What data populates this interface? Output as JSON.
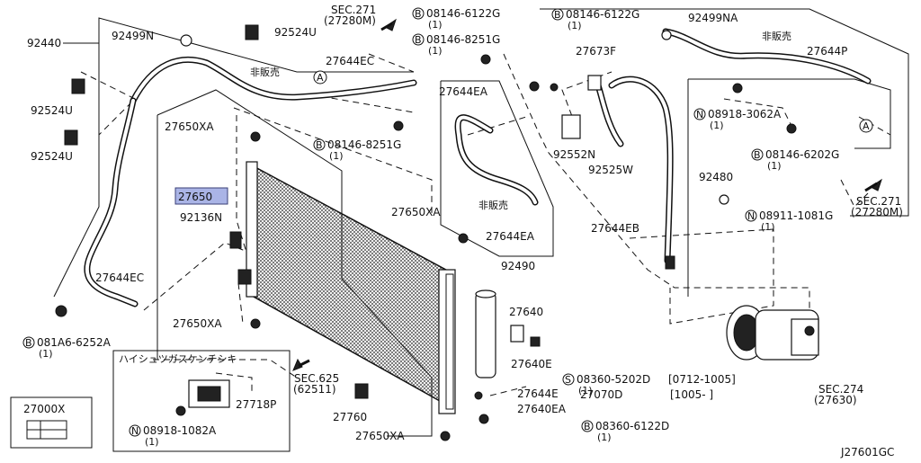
{
  "parts": {
    "p92440": "92440",
    "p92499n": "92499N",
    "p92524u_top": "92524U",
    "p92524u_1": "92524U",
    "p92524u_2": "92524U",
    "p27650xa_1": "27650XA",
    "p27650": "27650",
    "p92136n": "92136N",
    "p27644ec_1": "27644EC",
    "p27644ec_2": "27644EC",
    "p27650xa_2": "27650XA",
    "p27650xa_3": "27650XA",
    "p27650xa_4": "27650XA",
    "p27644ea_1": "27644EA",
    "p27644ea_2": "27644EA",
    "p92490": "92490",
    "p27640": "27640",
    "p27640e": "27640E",
    "p27644e": "27644E",
    "p27640ea": "27640EA",
    "p27673f": "27673F",
    "p92552n": "92552N",
    "p92525w": "92525W",
    "p92499na": "92499NA",
    "p27644p": "27644P",
    "p92480": "92480",
    "p27644eb": "27644EB",
    "p27718p": "27718P",
    "p27760": "27760",
    "p27000x": "27000X",
    "p27070d": "27070D",
    "p27070d_range": "[1005-      ]"
  },
  "fasteners": {
    "b_6122g_a": "08146-6122G",
    "b_6122g_a_qty": "(1)",
    "b_8251g_a": "08146-8251G",
    "b_8251g_a_qty": "(1)",
    "b_6122g_b": "08146-6122G",
    "b_6122g_b_qty": "(1)",
    "b_8251g_b": "08146-8251G",
    "b_8251g_b_qty": "(1)",
    "n_3062a": "08918-3062A",
    "n_3062a_qty": "(1)",
    "b_6202g": "08146-6202G",
    "b_6202g_qty": "(1)",
    "n_1081g": "08911-1081G",
    "n_1081g_qty": "(1)",
    "b_6252a": "081A6-6252A",
    "b_6252a_qty": "(1)",
    "s_5202d": "08360-5202D",
    "s_5202d_range": "[0712-1005]",
    "s_5202d_qty": "(1)",
    "b_6122d": "08360-6122D",
    "b_6122d_qty": "(1)",
    "n_1082a": "08918-1082A",
    "n_1082a_qty": "(1)"
  },
  "prefixes": {
    "B": "B",
    "N": "N",
    "S": "S",
    "A": "A"
  },
  "sections": {
    "sec271_top": "SEC.271",
    "sec271_top_ref": "(27280M)",
    "sec271_right": "SEC.271",
    "sec271_right_ref": "(27280M)",
    "sec625": "SEC.625",
    "sec625_ref": "(62511)",
    "sec274": "SEC.274",
    "sec274_ref": "(27630)"
  },
  "notes": {
    "not_for_sale_1": "非販売",
    "not_for_sale_2": "非販売",
    "not_for_sale_3": "非販売",
    "inset_title": "ハイシュツガスケンチシキ"
  },
  "diagram_id": "J27601GC",
  "colors": {
    "highlight": "#aab4e6",
    "ink": "#111111"
  }
}
